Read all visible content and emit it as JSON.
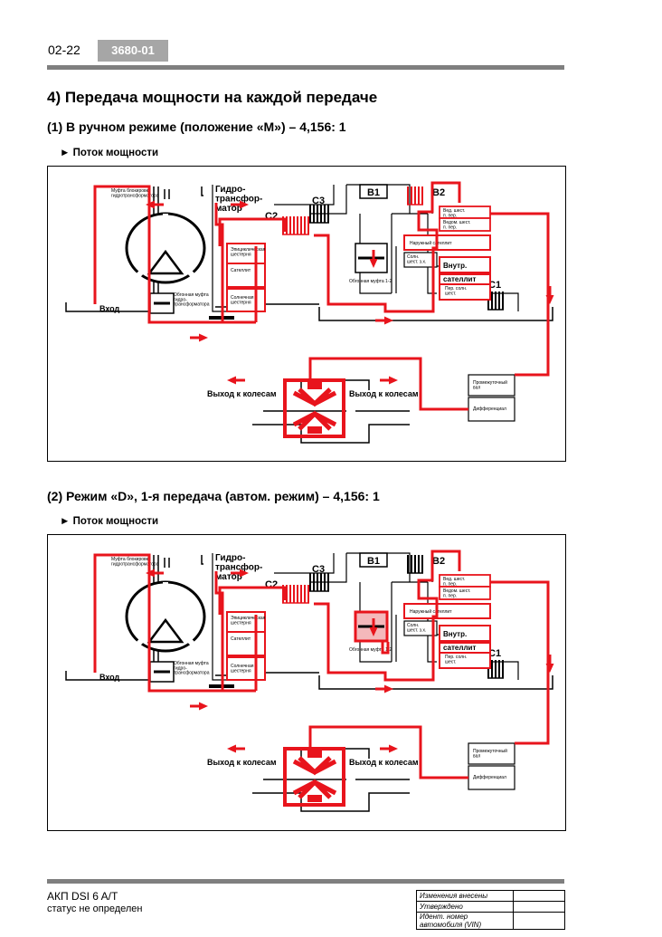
{
  "header": {
    "page_number": "02-22",
    "doc_code": "3680-01"
  },
  "section_title": "4) Передача мощности на каждой передаче",
  "subsections": [
    {
      "title": "(1) В ручном режиме (положение «М») – 4,156: 1",
      "bullet": "Поток мощности"
    },
    {
      "title": "(2) Режим «D», 1-я передача (автом. режим) – 4,156: 1",
      "bullet": "Поток мощности"
    }
  ],
  "diagram_labels": {
    "torque_converter": [
      "Гидро-",
      "трансфор-",
      "матор"
    ],
    "lockup_clutch": [
      "Муфта блокировки",
      "гидротрансформатора"
    ],
    "one_way_clutch_tc": [
      "Обгонная муфта",
      "гидро-",
      "трансформатора"
    ],
    "c2": "C2",
    "c3": "C3",
    "b1": "B1",
    "b2": "B2",
    "c1": "C1",
    "epicyclic_gear": [
      "Эпициклическая",
      "шестерня"
    ],
    "planet": "Сателлит",
    "sun_gear": [
      "Солнечная",
      "шестерня"
    ],
    "one_way_clutch_12": "Обгонная муфта 1-2",
    "drive_gear_front": [
      "Вед. шест.",
      "п. пер."
    ],
    "drive_gear_rear": [
      "Ведом. шест.",
      "п. пер."
    ],
    "outer_planet": "Наружный сателлит",
    "sun_gear_small": [
      "Солн.",
      "шест. з.х."
    ],
    "inner": "Внутр.",
    "planet_bold": "сателлит",
    "front_sun": [
      "Пер. солн.",
      "шест."
    ],
    "input": "Вход",
    "output_left": "Выход к колесам",
    "output_right": "Выход к колесам",
    "intermediate_shaft": [
      "Промежуточный",
      "вал"
    ],
    "differential": "Дифференциал"
  },
  "footer": {
    "title": "АКП DSI 6 A/T",
    "status": "статус не определен",
    "table_rows": [
      "Изменения внесены",
      "Утверждено",
      "Идент. номер автомобиля (VIN)"
    ]
  },
  "colors": {
    "flow": "#e8141c",
    "structure": "#000000",
    "bar": "#7f7f7f"
  }
}
